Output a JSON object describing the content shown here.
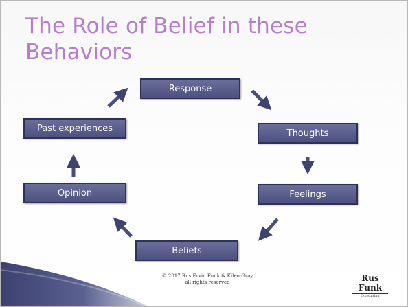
{
  "slide": {
    "title": "The Role of Belief in these Behaviors",
    "cycle": {
      "response": "Response",
      "thoughts": "Thoughts",
      "feelings": "Feelings",
      "beliefs": "Beliefs",
      "opinion": "Opinion",
      "past_experiences": "Past experiences"
    },
    "footer": {
      "copyright_line1": "© 2017 Rus Ervin Funk & Kilen Gray",
      "copyright_line2": "all rights reserved",
      "logo_text": "Rus Funk",
      "logo_sub": "Consulting"
    }
  }
}
